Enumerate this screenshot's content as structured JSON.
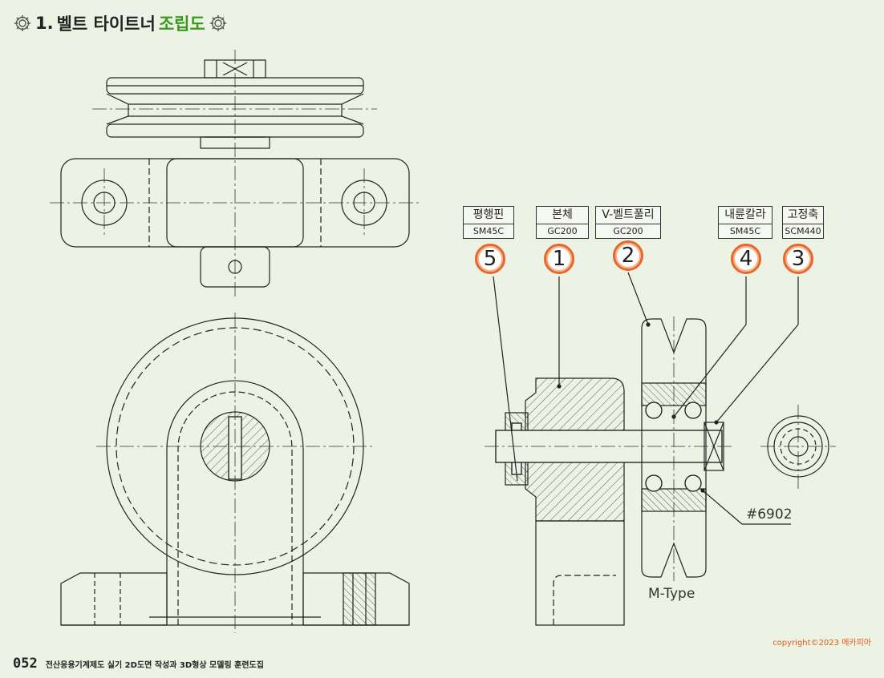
{
  "header": {
    "number": "1.",
    "title_main": "벨트 타이트너",
    "title_highlight": "조립도"
  },
  "parts": [
    {
      "no": "5",
      "name": "평행핀",
      "material": "SM45C"
    },
    {
      "no": "1",
      "name": "본체",
      "material": "GC200"
    },
    {
      "no": "2",
      "name": "V-벨트풀리",
      "material": "GC200"
    },
    {
      "no": "4",
      "name": "내륜칼라",
      "material": "SM45C"
    },
    {
      "no": "3",
      "name": "고정축",
      "material": "SCM440"
    }
  ],
  "notes": {
    "bearing": "#6902",
    "pulley_type": "M-Type"
  },
  "footer": {
    "page": "052",
    "book_title": "전산응용기계제도 실기 2D도면 작성과 3D형상 모델링 훈련도집",
    "copyright": "copyright©2023 메카피아"
  },
  "colors": {
    "background": "#edf3e4",
    "highlight": "#3a9a1e",
    "balloon": "#e8662b",
    "copyright": "#e05a18"
  },
  "icons": [
    "gear-icon"
  ]
}
